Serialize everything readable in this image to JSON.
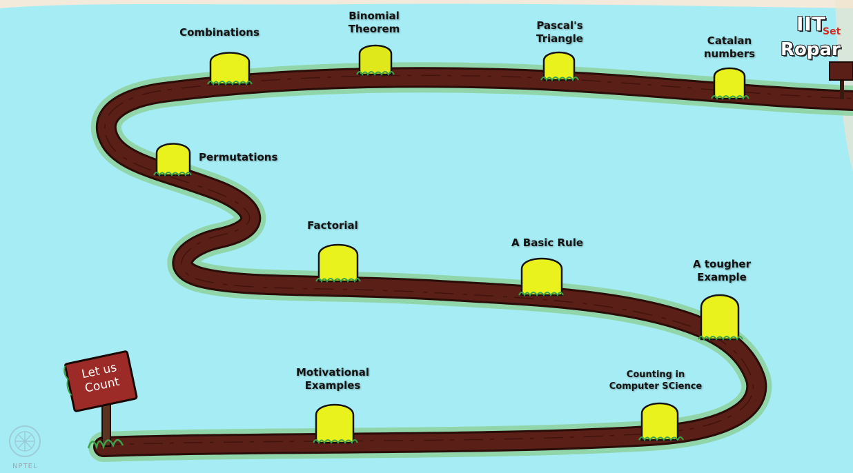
{
  "milestones": {
    "combinations": "Combinations",
    "binomial_theorem": "Binomial\nTheorem",
    "pascals_triangle": "Pascal's\nTriangle",
    "catalan_numbers": "Catalan\nnumbers",
    "permutations": "Permutations",
    "factorial": "Factorial",
    "a_basic_rule": "A Basic Rule",
    "a_tougher_example": "A tougher\nExample",
    "motivational_examples": "Motivational\nExamples",
    "counting_in_computer_science": "Counting in\nComputer SCience"
  },
  "start_sign": "Let us\nCount",
  "logo": {
    "line1": "IIT",
    "set": "Set",
    "line2": "Ropar"
  },
  "watermark": "NPTEL",
  "colors": {
    "water": "#a6ecf4",
    "shore": "#f3eadb",
    "grass": "#8ed4a2",
    "road": "#5a1f16",
    "road_edge": "#2a0c08",
    "stone": "#e9f21c",
    "sign_board": "#9c2a26"
  }
}
